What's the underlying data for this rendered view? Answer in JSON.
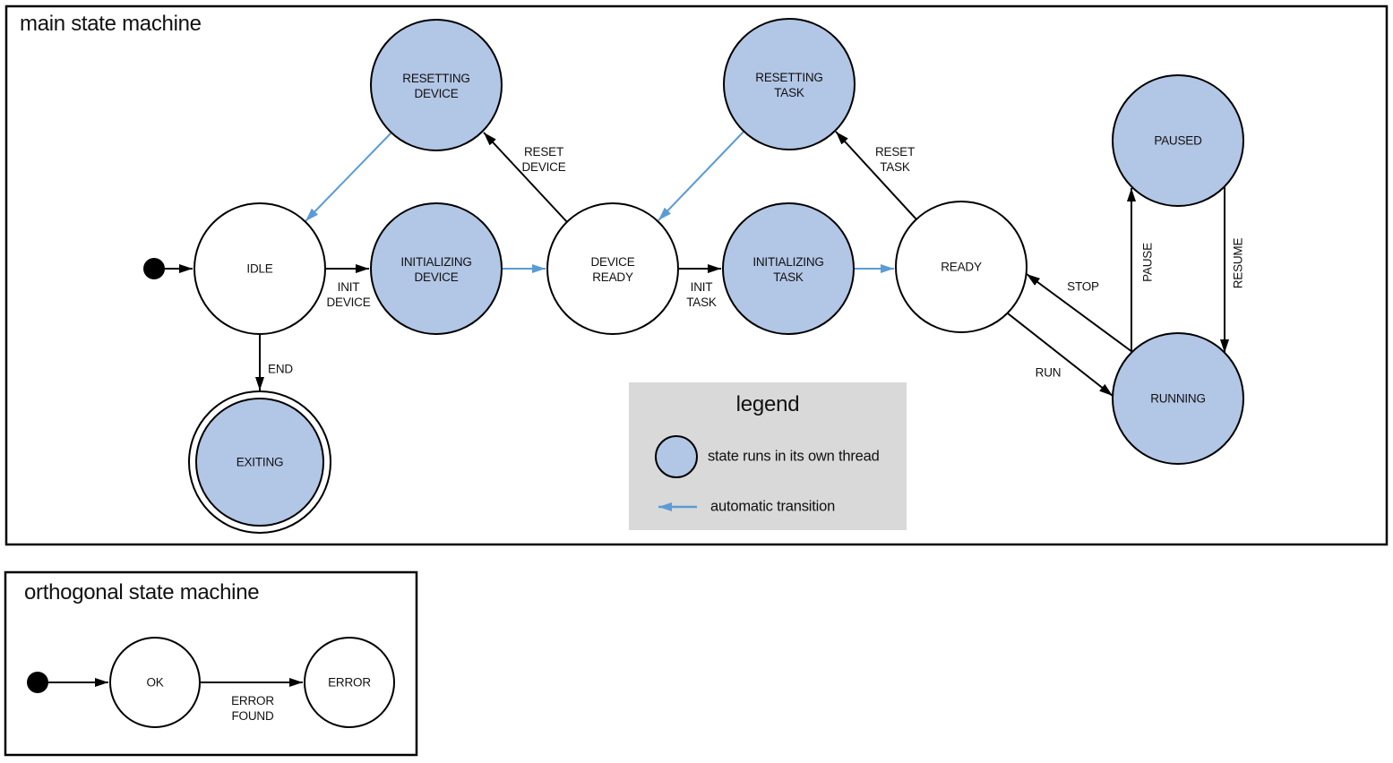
{
  "colors": {
    "thread_fill": "#b2c6e6",
    "auto_transition": "#5b9bd5",
    "legend_bg": "#d9d9d9",
    "line": "#000000"
  },
  "main": {
    "title": "main state machine",
    "states": {
      "idle": "IDLE",
      "resetting_device": "RESETTING DEVICE",
      "initializing_device": "INITIALIZING DEVICE",
      "device_ready": "DEVICE READY",
      "resetting_task": "RESETTING TASK",
      "initializing_task": "INITIALIZING TASK",
      "ready": "READY",
      "paused": "PAUSED",
      "running": "RUNNING",
      "exiting": "EXITING"
    },
    "transitions": {
      "init_device": "INIT DEVICE",
      "reset_device": "RESET DEVICE",
      "init_task": "INIT TASK",
      "reset_task": "RESET TASK",
      "stop": "STOP",
      "run": "RUN",
      "pause": "PAUSE",
      "resume": "RESUME",
      "end": "END"
    },
    "legend": {
      "title": "legend",
      "thread_item": "state runs in its own thread",
      "auto_item": "automatic transition"
    }
  },
  "orthogonal": {
    "title": "orthogonal state machine",
    "states": {
      "ok": "OK",
      "error": "ERROR"
    },
    "transitions": {
      "error_found": "ERROR FOUND"
    }
  }
}
